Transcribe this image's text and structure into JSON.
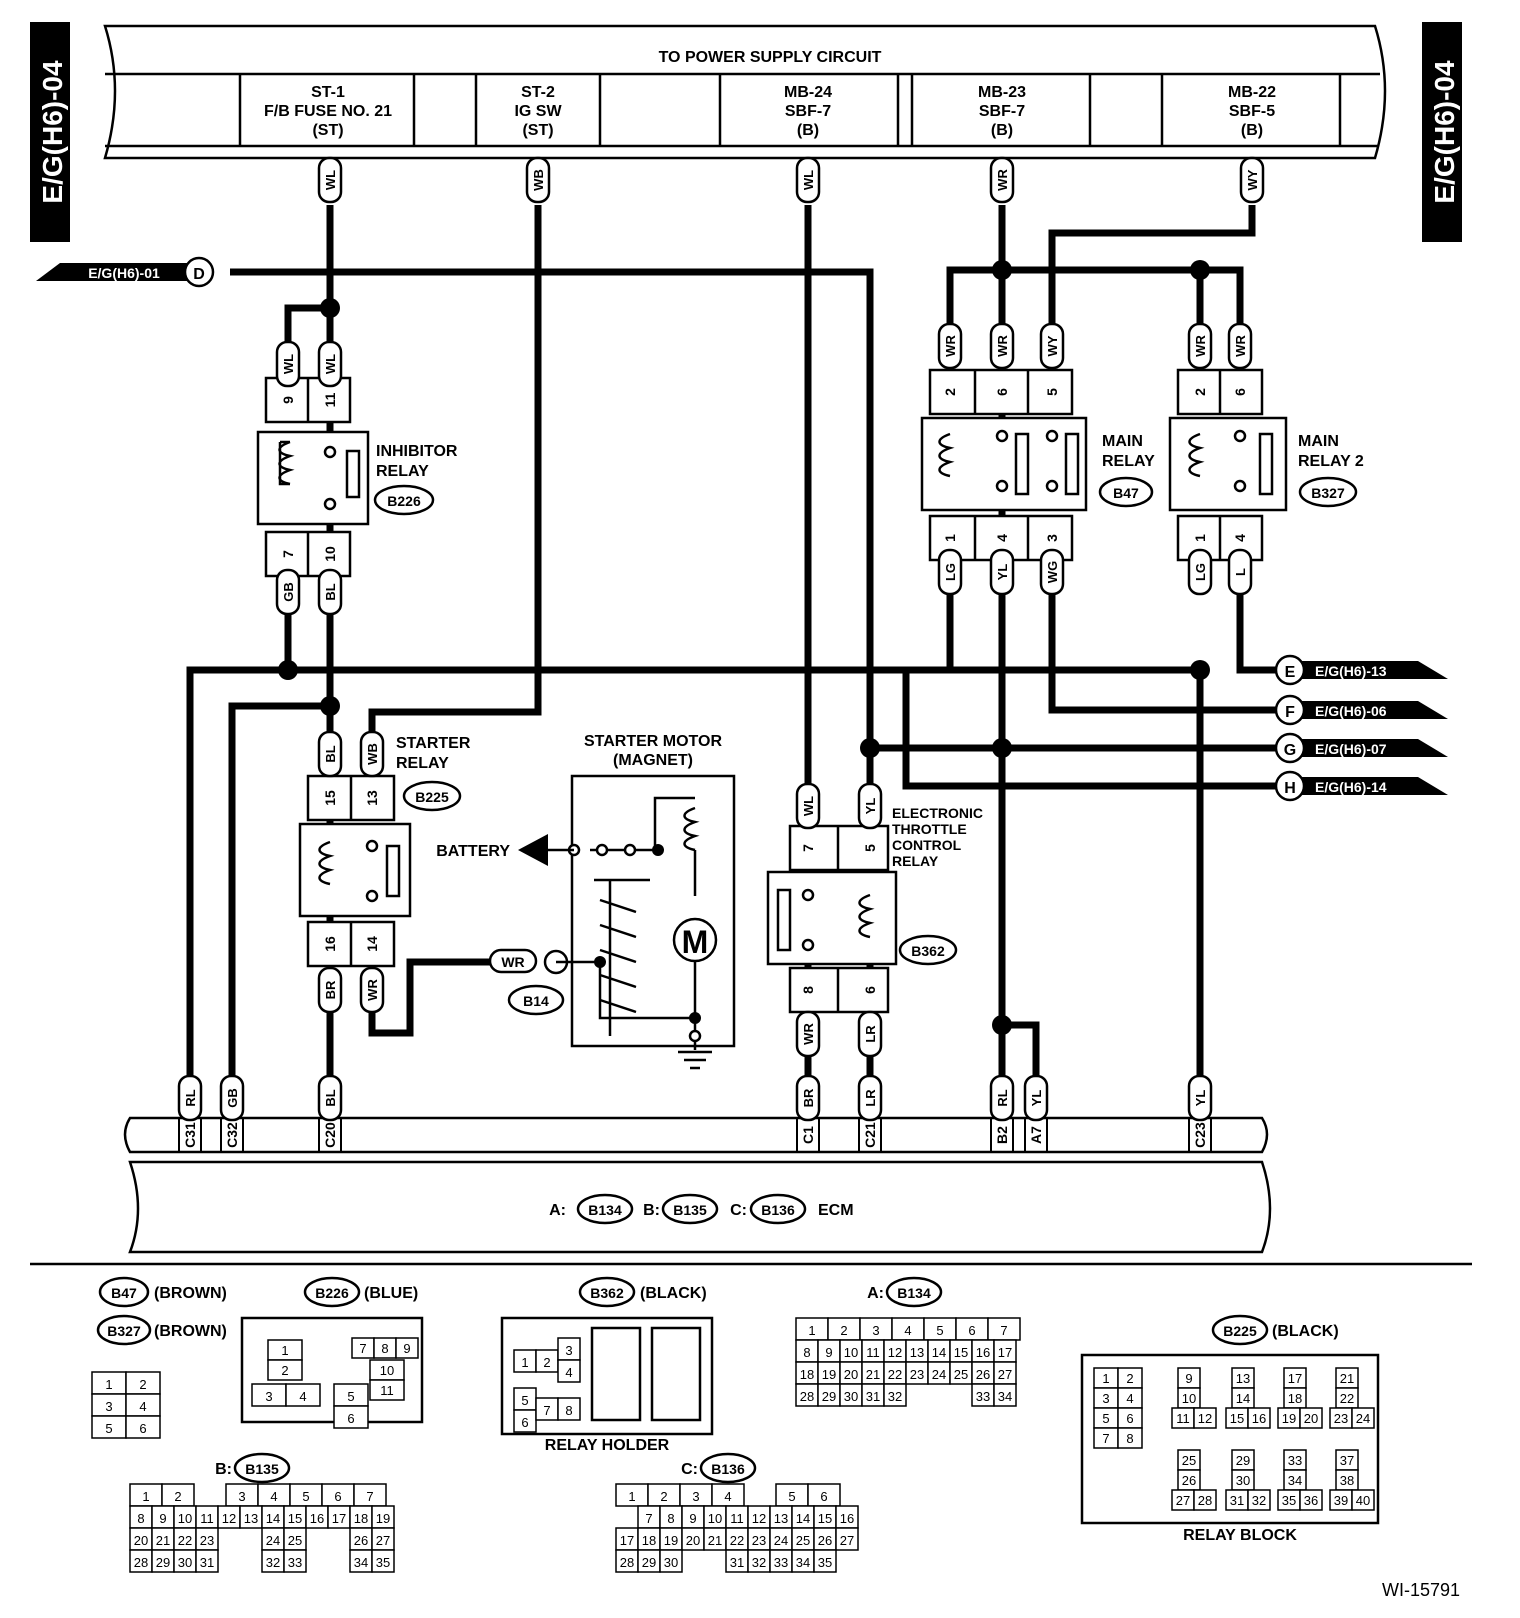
{
  "side_tabs": {
    "left": "E/G(H6)-04",
    "right": "E/G(H6)-04"
  },
  "header": {
    "title": "TO POWER SUPPLY CIRCUIT",
    "sources": [
      {
        "l1": "ST-1",
        "l2": "F/B FUSE NO. 21",
        "l3": "(ST)"
      },
      {
        "l1": "ST-2",
        "l2": "IG SW",
        "l3": "(ST)"
      },
      {
        "l1": "MB-24",
        "l2": "SBF-7",
        "l3": "(B)"
      },
      {
        "l1": "MB-23",
        "l2": "SBF-7",
        "l3": "(B)"
      },
      {
        "l1": "MB-22",
        "l2": "SBF-5",
        "l3": "(B)"
      }
    ]
  },
  "wires": [
    "WL",
    "WB",
    "WL",
    "WR",
    "WY",
    "WL",
    "WL",
    "WR",
    "WR",
    "WY",
    "WR",
    "WR",
    "GB",
    "BL",
    "LG",
    "YL",
    "WG",
    "LG",
    "L",
    "BL",
    "WB",
    "WL",
    "YL",
    "BR",
    "WR",
    "WR",
    "LR",
    "RL",
    "GB",
    "BL",
    "BR",
    "LR",
    "RL",
    "YL",
    "YL",
    "LG"
  ],
  "pins": [
    "9",
    "11",
    "7",
    "10",
    "2",
    "6",
    "5",
    "1",
    "4",
    "3",
    "2",
    "6",
    "1",
    "4",
    "15",
    "13",
    "16",
    "14",
    "7",
    "5",
    "8",
    "6"
  ],
  "components": {
    "inhibitor": {
      "l1": "INHIBITOR",
      "l2": "RELAY",
      "conn": "B226"
    },
    "main_relay": {
      "l1": "MAIN",
      "l2": "RELAY",
      "conn": "B47"
    },
    "main_relay2": {
      "l1": "MAIN",
      "l2": "RELAY 2",
      "conn": "B327"
    },
    "starter_relay": {
      "l1": "STARTER",
      "l2": "RELAY",
      "conn": "B225"
    },
    "starter_motor": {
      "l1": "STARTER MOTOR",
      "l2": "(MAGNET)",
      "symbol": "M",
      "conn": "B14",
      "wire": "WR"
    },
    "battery": "BATTERY",
    "etc_relay": {
      "l1": "ELECTRONIC",
      "l2": "THROTTLE",
      "l3": "CONTROL",
      "l4": "RELAY",
      "conn": "B362"
    }
  },
  "left_ref": {
    "letter": "D",
    "label": "E/G(H6)-01"
  },
  "right_refs": [
    {
      "letter": "E",
      "label": "E/G(H6)-13"
    },
    {
      "letter": "F",
      "label": "E/G(H6)-06"
    },
    {
      "letter": "G",
      "label": "E/G(H6)-07"
    },
    {
      "letter": "H",
      "label": "E/G(H6)-14"
    }
  ],
  "ecm_pins": [
    "C31",
    "C32",
    "C20",
    "C1",
    "C21",
    "B2",
    "A7",
    "C23"
  ],
  "ecm": {
    "a": "A:",
    "b": "B:",
    "c": "C:",
    "b134": "B134",
    "b135": "B135",
    "b136": "B136",
    "name": "ECM"
  },
  "legend": {
    "b47": {
      "conn": "B47",
      "color": "(BROWN)"
    },
    "b327": {
      "conn": "B327",
      "color": "(BROWN)"
    },
    "b226": {
      "conn": "B226",
      "color": "(BLUE)"
    },
    "b362": {
      "conn": "B362",
      "color": "(BLACK)",
      "caption": "RELAY HOLDER"
    },
    "b134": {
      "prefix": "A:",
      "conn": "B134"
    },
    "b135": {
      "prefix": "B:",
      "conn": "B135"
    },
    "b136": {
      "prefix": "C:",
      "conn": "B136"
    },
    "b225": {
      "conn": "B225",
      "color": "(BLACK)",
      "caption": "RELAY BLOCK"
    }
  },
  "figure_id": "WI-15791"
}
